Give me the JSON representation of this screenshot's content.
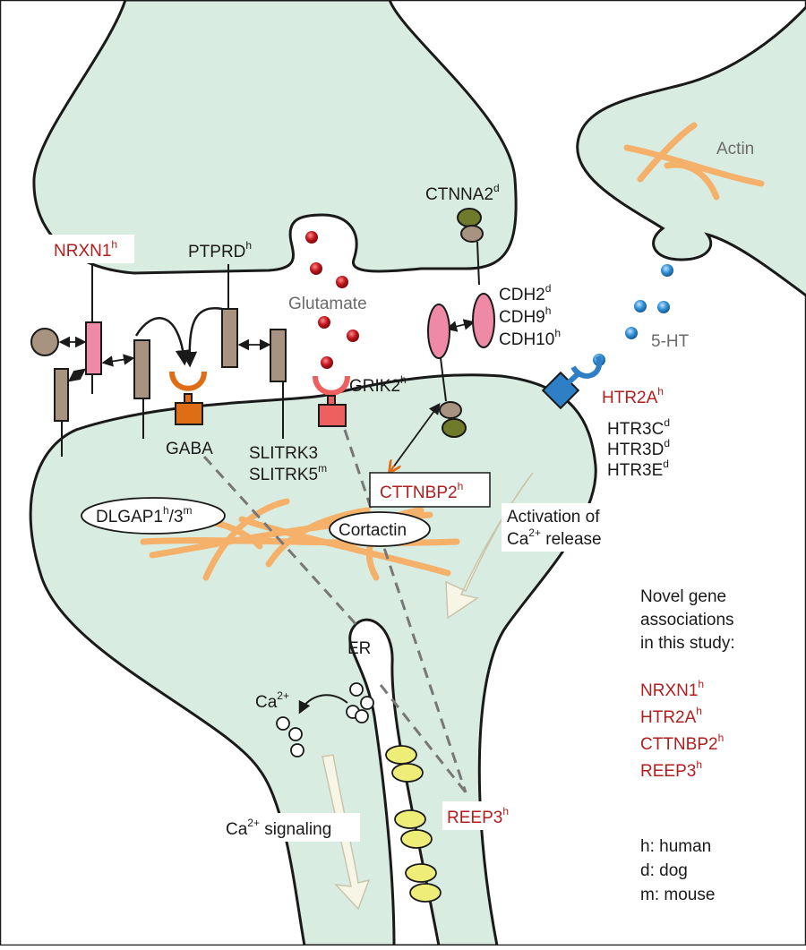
{
  "colors": {
    "cell_fill": "#d9ece2",
    "outline": "#1a1a1a",
    "red_label": "#b01e1e",
    "actin": "#f5b06a",
    "glutamate": "#c0151b",
    "serotonin": "#2f8fd6",
    "cadherin": "#ee8aa8",
    "catenin_dark": "#6f7a2a",
    "catenin_light": "#a89280",
    "receptor_brown": "#a89280",
    "gaba_receptor": "#df6d16",
    "grik2_receptor": "#ee6060",
    "htr2a_receptor": "#2f7fc6",
    "er_vesicle": "#eded78"
  },
  "labels": {
    "nrxn1": {
      "base": "NRXN1",
      "sup": "h"
    },
    "ptprd": {
      "base": "PTPRD",
      "sup": "h"
    },
    "glutamate": "Glutamate",
    "ctnna2": {
      "base": "CTNNA2",
      "sup": "d"
    },
    "cdh2": {
      "base": "CDH2",
      "sup": "d"
    },
    "cdh9": {
      "base": "CDH9",
      "sup": "h"
    },
    "cdh10": {
      "base": "CDH10",
      "sup": "h"
    },
    "actin": "Actin",
    "serotonin": "5-HT",
    "grik2": {
      "base": "GRIK2",
      "sup": "h"
    },
    "htr2a": {
      "base": "HTR2A",
      "sup": "h"
    },
    "htr3c": {
      "base": "HTR3C",
      "sup": "d"
    },
    "htr3d": {
      "base": "HTR3D",
      "sup": "d"
    },
    "htr3e": {
      "base": "HTR3E",
      "sup": "d"
    },
    "gaba": "GABA",
    "slitrk3": "SLITRK3",
    "slitrk5": {
      "base": "SLITRK5",
      "sup": "m"
    },
    "cttnbp2": {
      "base": "CTTNBP2",
      "sup": "h"
    },
    "dlgap": {
      "a": "DLGAP1",
      "a_sup": "h",
      "b": "/3",
      "b_sup": "m"
    },
    "cortactin": "Cortactin",
    "activation_line1": "Activation of",
    "activation_line2_base": "Ca",
    "activation_line2_sup": "2+",
    "activation_line2_rest": " release",
    "er": "ER",
    "ca_base": "Ca",
    "ca_sup": "2+",
    "ca_signaling_base": "Ca",
    "ca_signaling_sup": "2+",
    "ca_signaling_rest": " signaling",
    "reep3": {
      "base": "REEP3",
      "sup": "h"
    }
  },
  "legend": {
    "header_lines": [
      "Novel gene",
      "associations",
      "in this study:"
    ],
    "genes": [
      {
        "base": "NRXN1",
        "sup": "h"
      },
      {
        "base": "HTR2A",
        "sup": "h"
      },
      {
        "base": "CTTNBP2",
        "sup": "h"
      },
      {
        "base": "REEP3",
        "sup": "h"
      }
    ],
    "species": [
      "h: human",
      "d: dog",
      "m: mouse"
    ]
  }
}
